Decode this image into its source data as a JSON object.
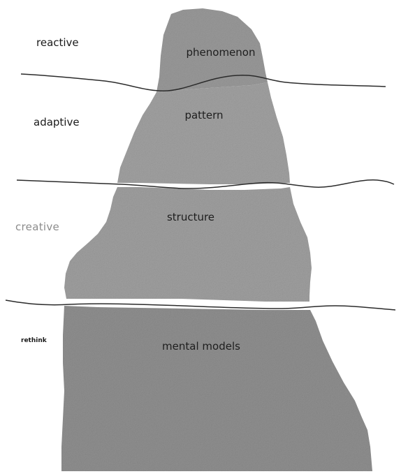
{
  "diagram": {
    "tiers": [
      {
        "label": "reactive"
      },
      {
        "label": "adaptive"
      },
      {
        "label": "creative"
      },
      {
        "label": "rethink"
      }
    ],
    "layers": [
      {
        "label": "phenomenon"
      },
      {
        "label": "pattern"
      },
      {
        "label": "structure"
      },
      {
        "label": "mental models"
      }
    ],
    "colors": {
      "rock": "#9b9b9b",
      "rock_light": "#a8a8a8",
      "rock_dark": "#8c8c8c",
      "waterline": "#2a2a2a",
      "background": "#ffffff"
    }
  }
}
